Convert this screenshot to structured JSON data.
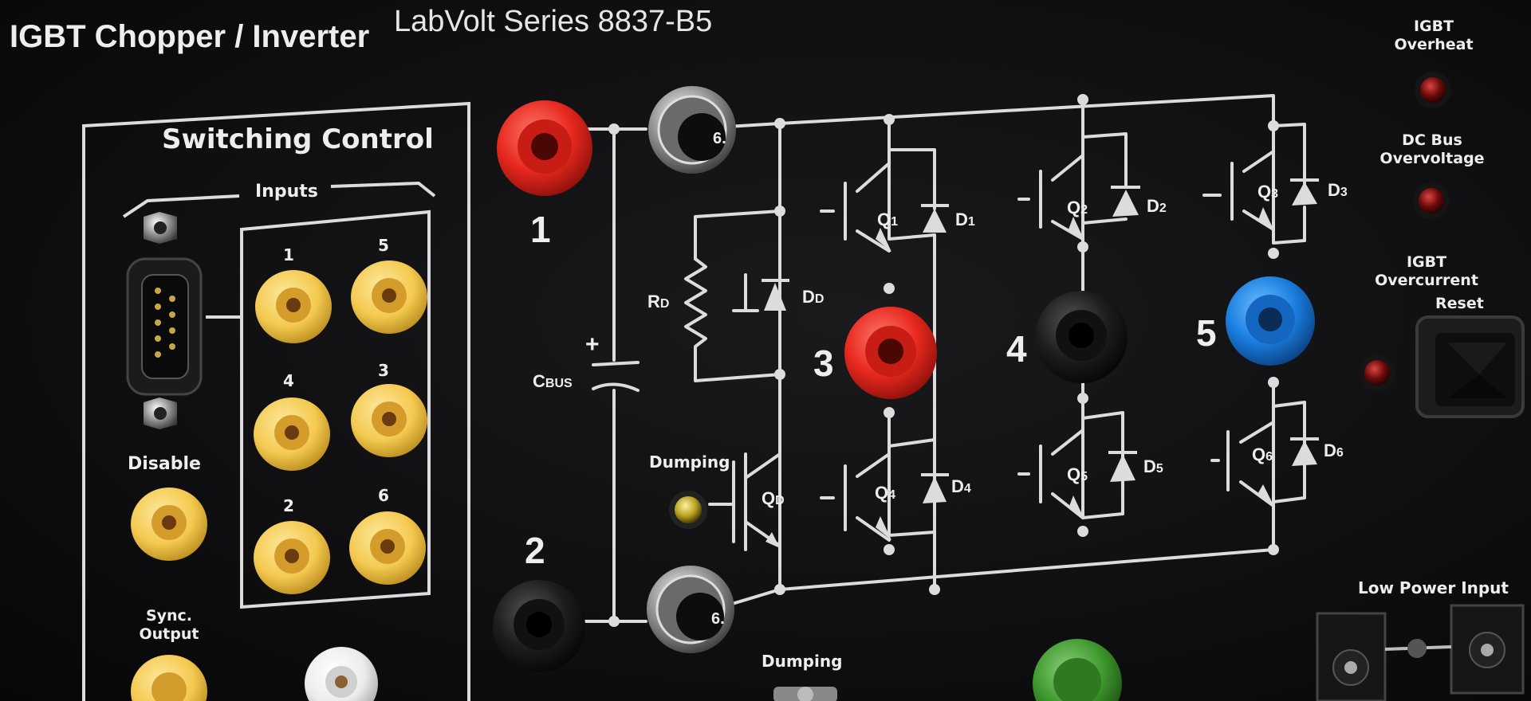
{
  "header": {
    "title": "IGBT Chopper / Inverter",
    "subtitle": "LabVolt Series 8837-B5"
  },
  "switching_control": {
    "title": "Switching Control",
    "inputs_label": "Inputs",
    "input_numbers": [
      "1",
      "4",
      "2",
      "5",
      "3",
      "6"
    ],
    "disable_label": "Disable",
    "sync_output_label": [
      "Sync.",
      "Output"
    ]
  },
  "power_terminals": {
    "t1": "1",
    "t2": "2",
    "t3": "3",
    "t4": "4",
    "t5": "5"
  },
  "fuse_labels": {
    "top": "6.",
    "bottom": "6."
  },
  "components": {
    "rd": "R",
    "rd_sub": "D",
    "dd": "D",
    "dd_sub": "D",
    "cbus": "C",
    "cbus_sub": "BUS",
    "plus": "+",
    "qd": "Q",
    "qd_sub": "D",
    "q1": "Q",
    "q1_sub": "1",
    "q2": "Q",
    "q2_sub": "2",
    "q3": "Q",
    "q3_sub": "3",
    "q4": "Q",
    "q4_sub": "4",
    "q5": "Q",
    "q5_sub": "5",
    "q6": "Q",
    "q6_sub": "6",
    "d1": "D",
    "d1_sub": "1",
    "d2": "D",
    "d2_sub": "2",
    "d3": "D",
    "d3_sub": "3",
    "d4": "D",
    "d4_sub": "4",
    "d5": "D",
    "d5_sub": "5",
    "d6": "D",
    "d6_sub": "6"
  },
  "dumping": {
    "led_label": "Dumping",
    "switch_label": "Dumping"
  },
  "indicators": {
    "overheat": [
      "IGBT",
      "Overheat"
    ],
    "overvoltage": [
      "DC Bus",
      "Overvoltage"
    ],
    "overcurrent": [
      "IGBT",
      "Overcurrent"
    ],
    "reset": "Reset"
  },
  "low_power": {
    "label": "Low Power Input"
  },
  "colors": {
    "panel": "#0f0f11",
    "line": "#dcdcdc",
    "jack_red": "#e8291f",
    "jack_black": "#1a1a1a",
    "jack_blue": "#1a7fe0",
    "jack_green": "#3f9a2e",
    "jack_yellow": "#f2c84e",
    "jack_white": "#f2f2f2",
    "led_red": "#7a0c0c",
    "led_yellow": "#c9b12a"
  },
  "icons": [
    "db9-connector-icon",
    "banana-jack-icon",
    "fuse-holder-icon",
    "led-icon",
    "push-button-icon",
    "dc-power-jack-icon",
    "toggle-switch-icon"
  ]
}
